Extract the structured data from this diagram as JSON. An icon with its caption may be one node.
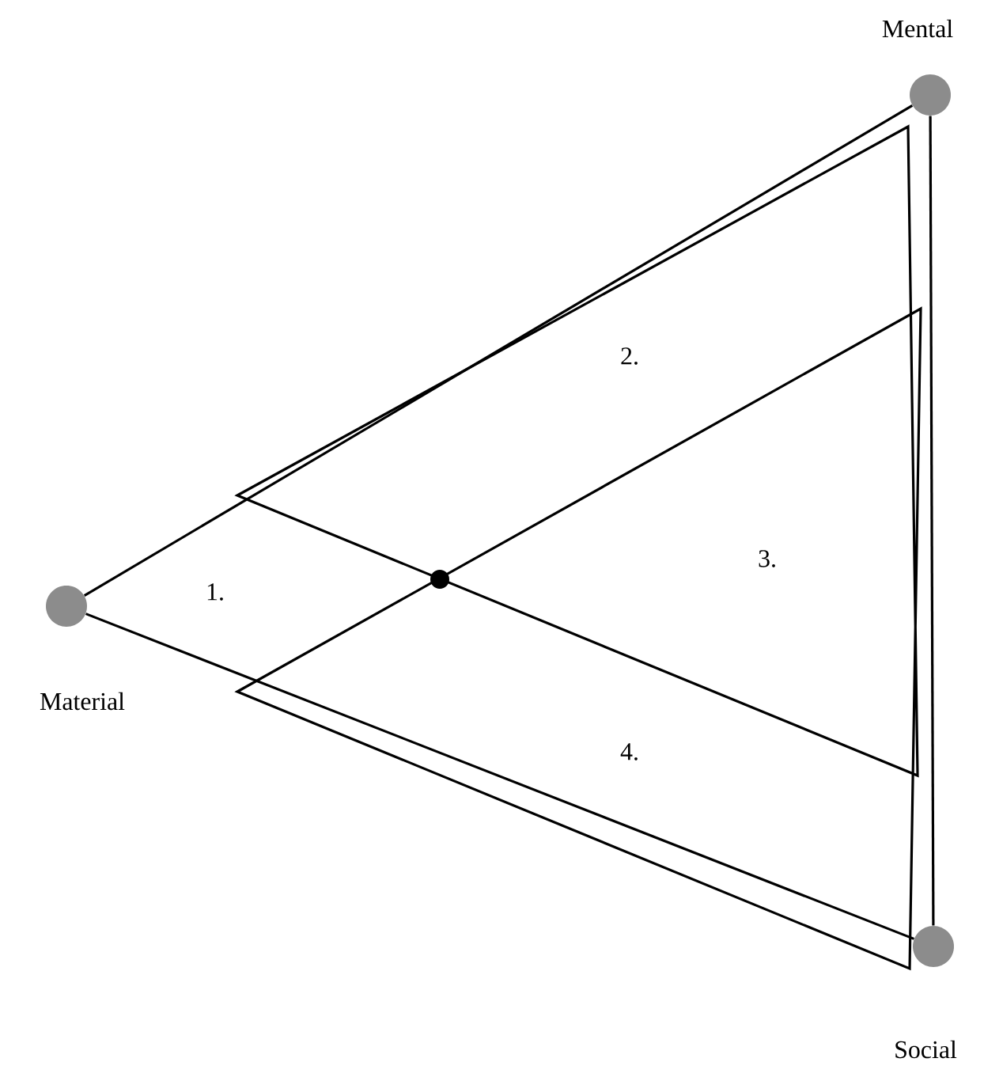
{
  "diagram": {
    "nodes": [
      {
        "text": [],
        "shape": "circle",
        "beside": [
          "Mental"
        ]
      },
      {
        "text": [],
        "shape": "circle",
        "beside": [
          "Material"
        ]
      },
      {
        "text": [],
        "shape": "circle",
        "beside": [
          "Social"
        ]
      }
    ],
    "edges": [
      {
        "from": 1,
        "to": 0,
        "arrow": "none"
      },
      {
        "from": 1,
        "to": 2,
        "arrow": "none"
      },
      {
        "from": 0,
        "to": 2,
        "arrow": "none"
      }
    ],
    "labels": [
      "1.",
      "2.",
      "3.",
      "4."
    ]
  }
}
